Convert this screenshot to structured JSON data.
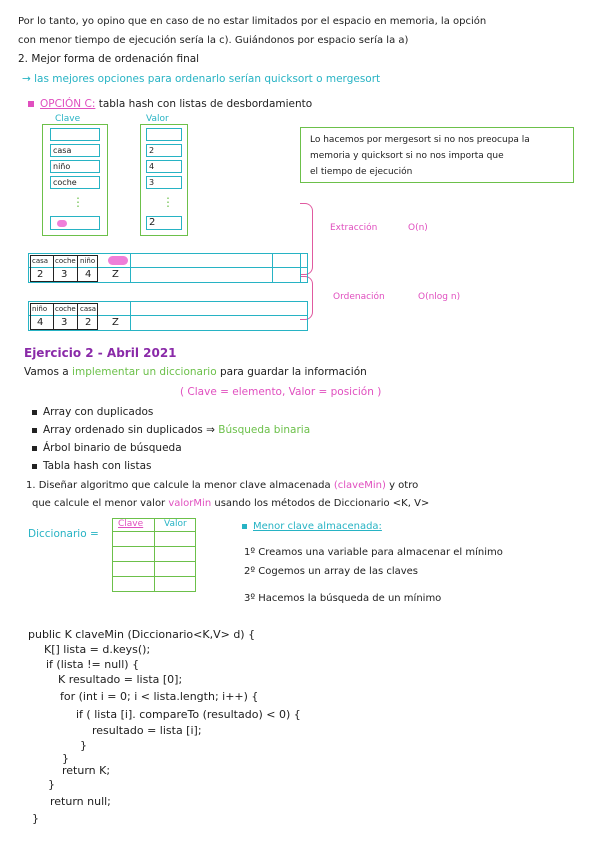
{
  "intro": {
    "line1": "Por lo tanto, yo opino que en caso de no estar limitados por el espacio en memoria, la opción",
    "line2": "con menor tiempo de ejecución sería la c). Guiándonos por espacio sería la a)",
    "heading2": "2. Mejor forma de ordenación final",
    "arrow_line": "→ las mejores opciones para ordenarlo serían quicksort o mergesort"
  },
  "option_c": {
    "label": "OPCIÓN C:",
    "text": "tabla hash con listas de desbordamiento",
    "col_clave": "Clave",
    "col_valor": "Valor",
    "rows": [
      {
        "key": "casa",
        "value": "2"
      },
      {
        "key": "niño",
        "value": "4"
      },
      {
        "key": "coche",
        "value": "3"
      }
    ],
    "last_value": "2",
    "dots": "⋮"
  },
  "note": {
    "line1": "Lo hacemos por mergesort si no nos preocupa la",
    "line2": "memoria y quicksort si no nos importa que",
    "line3": "el tiempo de ejecución"
  },
  "extraccion": {
    "label": "Extracción",
    "complexity": "O(n)"
  },
  "ordenacion": {
    "label": "Ordenación",
    "complexity": "O(nlog n)"
  },
  "table1": {
    "headers": [
      "casa",
      "coche",
      "niño"
    ],
    "values": [
      "2",
      "3",
      "4",
      "Z"
    ]
  },
  "table2": {
    "headers": [
      "niño",
      "coche",
      "casa"
    ],
    "values": [
      "4",
      "3",
      "2",
      "Z"
    ]
  },
  "ejercicio": {
    "title": "Ejercicio 2 - Abril 2021",
    "line1_a": "Vamos a",
    "line1_b": "implementar un diccionario",
    "line1_c": "para guardar la información",
    "formula_a": "( Clave = elemento,",
    "formula_b": "Valor = posición )",
    "bullets": [
      "Array con duplicados",
      "Array ordenado sin duplicados ⇒",
      "Árbol binario de búsqueda",
      "Tabla hash con listas"
    ],
    "bullet2_green": "Búsqueda binaria",
    "q1_line1_a": "1. Diseñar algoritmo que calcule la menor clave almacenada",
    "q1_line1_b": "(claveMin)",
    "q1_line1_c": "y otro",
    "q1_line2_a": "que calcule el menor valor",
    "q1_line2_b": "valorMin",
    "q1_line2_c": "usando los métodos de Diccionario <K, V>"
  },
  "diccionario": {
    "label": "Diccionario =",
    "col_clave": "Clave",
    "col_valor": "Valor"
  },
  "steps": {
    "title": "Menor clave almacenada:",
    "s1": "1º Creamos una variable para almacenar el mínimo",
    "s2": "2º Cogemos un array de las claves",
    "s3": "3º Hacemos la búsqueda de un mínimo"
  },
  "code": [
    "public K claveMin (Diccionario<K,V> d) {",
    "K[] lista = d.keys();",
    "if (lista != null) {",
    "K resultado = lista [0];",
    "for (int i = 0; i < lista.length; i++) {",
    "if ( lista [i]. compareTo (resultado) < 0) {",
    "resultado = lista [i];",
    "}",
    "}",
    "return K;",
    "}",
    "return null;",
    "}"
  ]
}
